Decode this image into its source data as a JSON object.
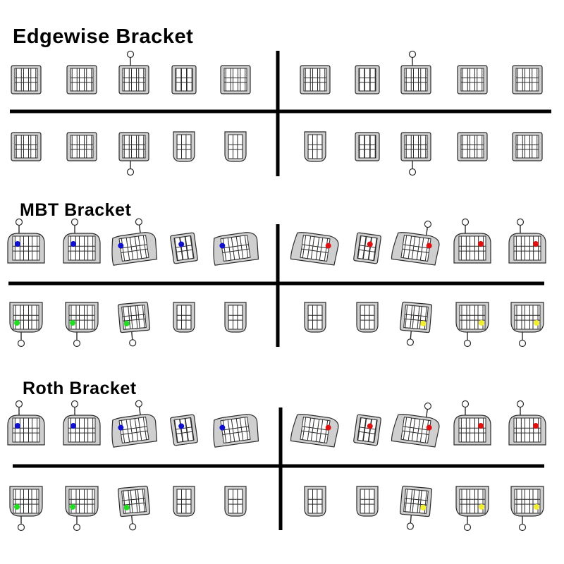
{
  "colors": {
    "outline": "#2b2b2b",
    "bracket_fill": "#cfcfcf",
    "slot_fill": "#ffffff",
    "divider": "#000000",
    "dot_blue": "#1010d0",
    "dot_red": "#e01010",
    "dot_green": "#22dd22",
    "dot_yellow": "#f2ee30"
  },
  "sections": [
    {
      "id": "edgewise",
      "title": "Edgewise Bracket",
      "upper_row": [
        {
          "shape": "rect",
          "hook": "none",
          "dot": "none",
          "tilt": 0
        },
        {
          "shape": "rect",
          "hook": "none",
          "dot": "none",
          "tilt": 0
        },
        {
          "shape": "rect",
          "hook": "top",
          "dot": "none",
          "tilt": 0
        },
        {
          "shape": "narrow",
          "hook": "none",
          "dot": "none",
          "tilt": 0
        },
        {
          "shape": "rect",
          "hook": "none",
          "dot": "none",
          "tilt": 0
        },
        {
          "shape": "rect",
          "hook": "none",
          "dot": "none",
          "tilt": 0
        },
        {
          "shape": "narrow",
          "hook": "none",
          "dot": "none",
          "tilt": 0
        },
        {
          "shape": "rect",
          "hook": "top",
          "dot": "none",
          "tilt": 0
        },
        {
          "shape": "rect",
          "hook": "none",
          "dot": "none",
          "tilt": 0
        },
        {
          "shape": "rect",
          "hook": "none",
          "dot": "none",
          "tilt": 0
        }
      ],
      "lower_row": [
        {
          "shape": "rect",
          "hook": "none",
          "dot": "none",
          "tilt": 0
        },
        {
          "shape": "rect",
          "hook": "none",
          "dot": "none",
          "tilt": 0
        },
        {
          "shape": "rect",
          "hook": "bottom",
          "dot": "none",
          "tilt": 0
        },
        {
          "shape": "narrow-round",
          "hook": "none",
          "dot": "none",
          "tilt": 0
        },
        {
          "shape": "narrow-round",
          "hook": "none",
          "dot": "none",
          "tilt": 0
        },
        {
          "shape": "narrow-round",
          "hook": "none",
          "dot": "none",
          "tilt": 0
        },
        {
          "shape": "narrow",
          "hook": "none",
          "dot": "none",
          "tilt": 0
        },
        {
          "shape": "rect",
          "hook": "bottom",
          "dot": "none",
          "tilt": 0
        },
        {
          "shape": "rect",
          "hook": "none",
          "dot": "none",
          "tilt": 0
        },
        {
          "shape": "rect",
          "hook": "none",
          "dot": "none",
          "tilt": 0
        }
      ]
    },
    {
      "id": "mbt",
      "title": "MBT Bracket",
      "upper_row": [
        {
          "shape": "molar",
          "hook": "top",
          "dot": "blue",
          "tilt": 0
        },
        {
          "shape": "molar",
          "hook": "top",
          "dot": "blue",
          "tilt": 0
        },
        {
          "shape": "wide",
          "hook": "top",
          "dot": "blue",
          "tilt": -8
        },
        {
          "shape": "narrow",
          "hook": "none",
          "dot": "blue",
          "tilt": -8
        },
        {
          "shape": "wide",
          "hook": "none",
          "dot": "blue",
          "tilt": -8
        },
        {
          "shape": "wide",
          "hook": "none",
          "dot": "red",
          "tilt": 8
        },
        {
          "shape": "narrow",
          "hook": "none",
          "dot": "red",
          "tilt": 8
        },
        {
          "shape": "wide",
          "hook": "top",
          "dot": "red",
          "tilt": 8
        },
        {
          "shape": "molar",
          "hook": "top",
          "dot": "red",
          "tilt": 0
        },
        {
          "shape": "molar",
          "hook": "top",
          "dot": "red",
          "tilt": 0
        }
      ],
      "lower_row": [
        {
          "shape": "molar-low",
          "hook": "bottom",
          "dot": "green",
          "tilt": 0
        },
        {
          "shape": "molar-low",
          "hook": "bottom",
          "dot": "green",
          "tilt": 0
        },
        {
          "shape": "rect",
          "hook": "bottom",
          "dot": "green",
          "tilt": -5
        },
        {
          "shape": "narrow-round",
          "hook": "none",
          "dot": "none",
          "tilt": 0
        },
        {
          "shape": "narrow-round",
          "hook": "none",
          "dot": "none",
          "tilt": 0
        },
        {
          "shape": "narrow-round",
          "hook": "none",
          "dot": "none",
          "tilt": 0
        },
        {
          "shape": "narrow-round",
          "hook": "none",
          "dot": "none",
          "tilt": 0
        },
        {
          "shape": "rect",
          "hook": "bottom",
          "dot": "yellow",
          "tilt": 5
        },
        {
          "shape": "molar-low",
          "hook": "bottom",
          "dot": "yellow",
          "tilt": 0
        },
        {
          "shape": "molar-low",
          "hook": "bottom",
          "dot": "yellow",
          "tilt": 0
        }
      ]
    },
    {
      "id": "roth",
      "title": "Roth Bracket",
      "upper_row": [
        {
          "shape": "molar",
          "hook": "top",
          "dot": "blue",
          "tilt": 0
        },
        {
          "shape": "molar",
          "hook": "top",
          "dot": "blue",
          "tilt": 0
        },
        {
          "shape": "wide",
          "hook": "top",
          "dot": "blue",
          "tilt": -8
        },
        {
          "shape": "narrow",
          "hook": "none",
          "dot": "blue",
          "tilt": -8
        },
        {
          "shape": "wide",
          "hook": "none",
          "dot": "blue",
          "tilt": -8
        },
        {
          "shape": "wide",
          "hook": "none",
          "dot": "red",
          "tilt": 8
        },
        {
          "shape": "narrow",
          "hook": "none",
          "dot": "red",
          "tilt": 8
        },
        {
          "shape": "wide",
          "hook": "top",
          "dot": "red",
          "tilt": 8
        },
        {
          "shape": "molar",
          "hook": "top",
          "dot": "red",
          "tilt": 0
        },
        {
          "shape": "molar",
          "hook": "top",
          "dot": "red",
          "tilt": 0
        }
      ],
      "lower_row": [
        {
          "shape": "molar-low",
          "hook": "bottom",
          "dot": "green",
          "tilt": 0
        },
        {
          "shape": "molar-low",
          "hook": "bottom",
          "dot": "green",
          "tilt": 0
        },
        {
          "shape": "rect",
          "hook": "bottom",
          "dot": "green",
          "tilt": -5
        },
        {
          "shape": "narrow-round",
          "hook": "none",
          "dot": "none",
          "tilt": 0
        },
        {
          "shape": "narrow-round",
          "hook": "none",
          "dot": "none",
          "tilt": 0
        },
        {
          "shape": "narrow-round",
          "hook": "none",
          "dot": "none",
          "tilt": 0
        },
        {
          "shape": "narrow-round",
          "hook": "none",
          "dot": "none",
          "tilt": 0
        },
        {
          "shape": "rect",
          "hook": "bottom",
          "dot": "yellow",
          "tilt": 5
        },
        {
          "shape": "molar-low",
          "hook": "bottom",
          "dot": "yellow",
          "tilt": 0
        },
        {
          "shape": "molar-low",
          "hook": "bottom",
          "dot": "yellow",
          "tilt": 0
        }
      ]
    }
  ]
}
